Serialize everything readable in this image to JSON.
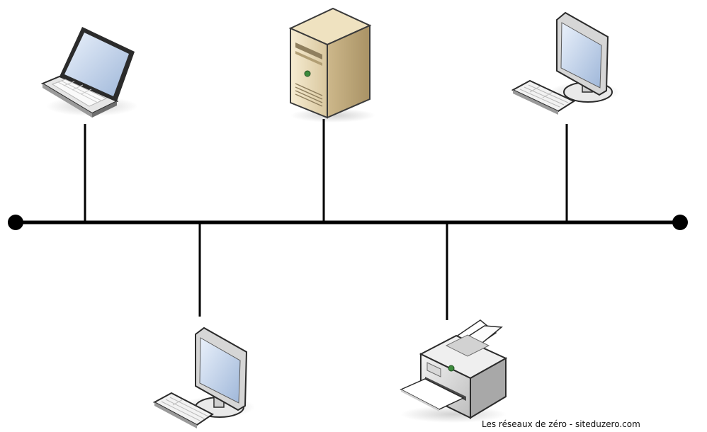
{
  "diagram": {
    "nodes": [
      {
        "id": "laptop",
        "type": "laptop",
        "attached": "top",
        "icon": "laptop-icon"
      },
      {
        "id": "server",
        "type": "server",
        "attached": "top",
        "icon": "server-tower-icon"
      },
      {
        "id": "workstation-right",
        "type": "workstation",
        "attached": "top",
        "icon": "desktop-computer-icon"
      },
      {
        "id": "workstation-bottom",
        "type": "workstation",
        "attached": "bottom",
        "icon": "desktop-computer-icon"
      },
      {
        "id": "printer",
        "type": "printer",
        "attached": "bottom",
        "icon": "printer-icon"
      }
    ],
    "credit": "Les réseaux de zéro - siteduzero.com",
    "colors": {
      "line": "#000000",
      "background": "#ffffff"
    }
  }
}
